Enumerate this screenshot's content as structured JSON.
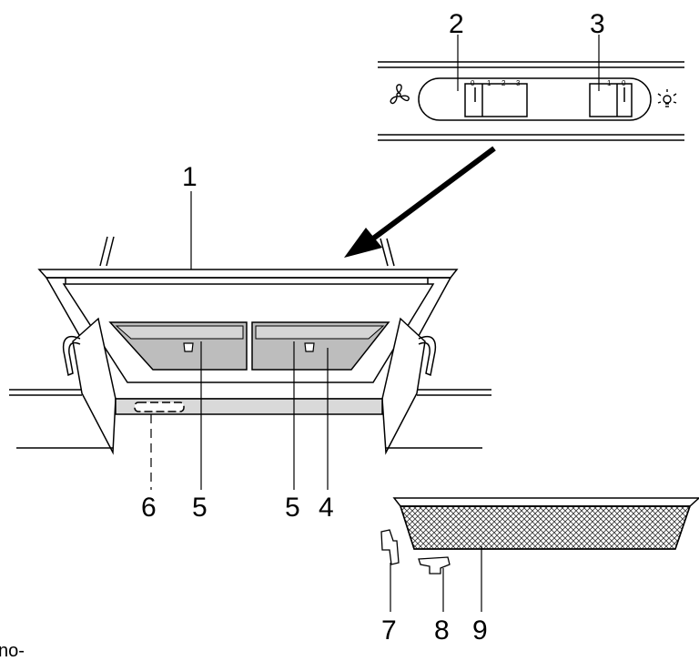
{
  "callouts": {
    "c1": "1",
    "c2": "2",
    "c3": "3",
    "c4": "4",
    "c5a": "5",
    "c5b": "5",
    "c6": "6",
    "c7": "7",
    "c8": "8",
    "c9": "9"
  },
  "control_panel": {
    "fan_scale": [
      "0",
      "1",
      "2",
      "3"
    ],
    "light_scale": [
      "1",
      "0"
    ],
    "fan_symbol": "fan-icon",
    "light_symbol": "bulb-icon"
  },
  "cropped_text": "no-",
  "colors": {
    "line": "#000000",
    "filter": "#bdbdbd",
    "strip": "#d9d9d9",
    "mesh": "#9a9a9a"
  }
}
